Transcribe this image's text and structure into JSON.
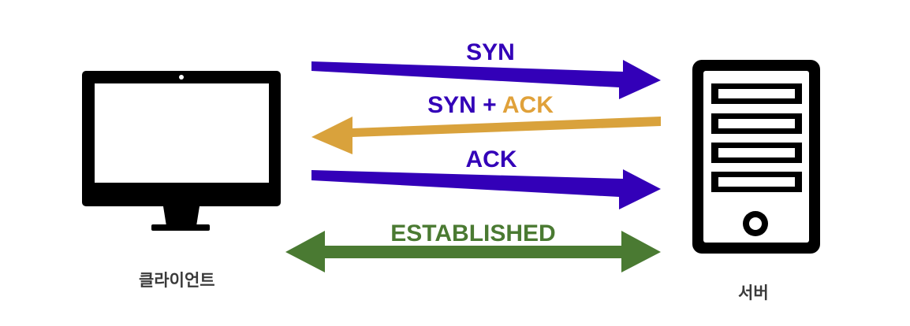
{
  "client": {
    "label": "클라이언트"
  },
  "server": {
    "label": "서버"
  },
  "messages": [
    {
      "id": "syn",
      "parts": [
        {
          "text": "SYN",
          "color": "#3300b8"
        }
      ],
      "direction": "client-to-server",
      "arrow_color": "#3300b8"
    },
    {
      "id": "syn-ack",
      "parts": [
        {
          "text": "SYN + ",
          "color": "#3300b8"
        },
        {
          "text": "ACK",
          "color": "#e0a13a"
        }
      ],
      "direction": "server-to-client",
      "arrow_color": "#d9a23c"
    },
    {
      "id": "ack",
      "parts": [
        {
          "text": "ACK",
          "color": "#3300b8"
        }
      ],
      "direction": "client-to-server",
      "arrow_color": "#3300b8"
    },
    {
      "id": "established",
      "parts": [
        {
          "text": "ESTABLISHED",
          "color": "#4a7a32"
        }
      ],
      "direction": "bidirectional",
      "arrow_color": "#4a7a32"
    }
  ]
}
